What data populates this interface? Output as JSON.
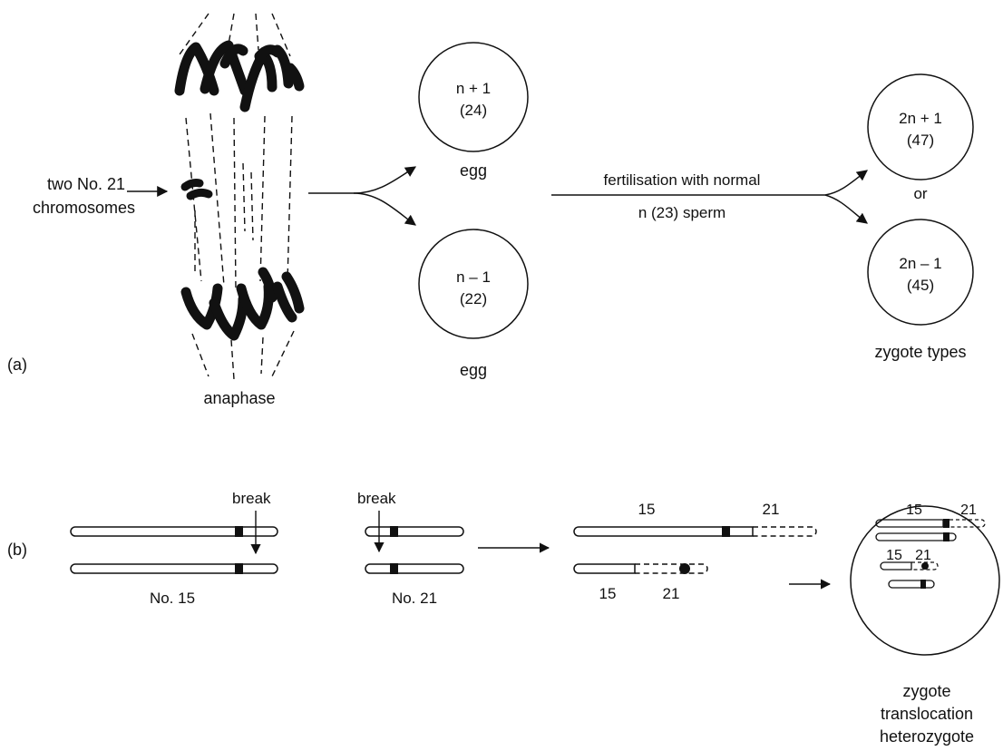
{
  "part_a": {
    "label": "(a)",
    "annotation": {
      "line1": "two No. 21",
      "line2": "chromosomes"
    },
    "stage": "anaphase",
    "eggs": [
      {
        "top": "n + 1",
        "bottom": "(24)",
        "caption": "egg"
      },
      {
        "top": "n – 1",
        "bottom": "(22)",
        "caption": "egg"
      }
    ],
    "fertilisation": {
      "line1": "fertilisation with normal",
      "line2": "n (23) sperm"
    },
    "zygotes": [
      {
        "top": "2n + 1",
        "bottom": "(47)"
      },
      {
        "top": "2n – 1",
        "bottom": "(45)"
      }
    ],
    "or_text": "or",
    "zygote_types": "zygote types"
  },
  "part_b": {
    "label": "(b)",
    "break_label": "break",
    "no15_caption": "No. 15",
    "no21_caption": "No. 21",
    "num_15": "15",
    "num_21": "21",
    "result_caption": {
      "line1": "zygote",
      "line2": "translocation",
      "line3": "heterozygote"
    }
  },
  "colors": {
    "ink": "#111111",
    "background": "#ffffff"
  }
}
